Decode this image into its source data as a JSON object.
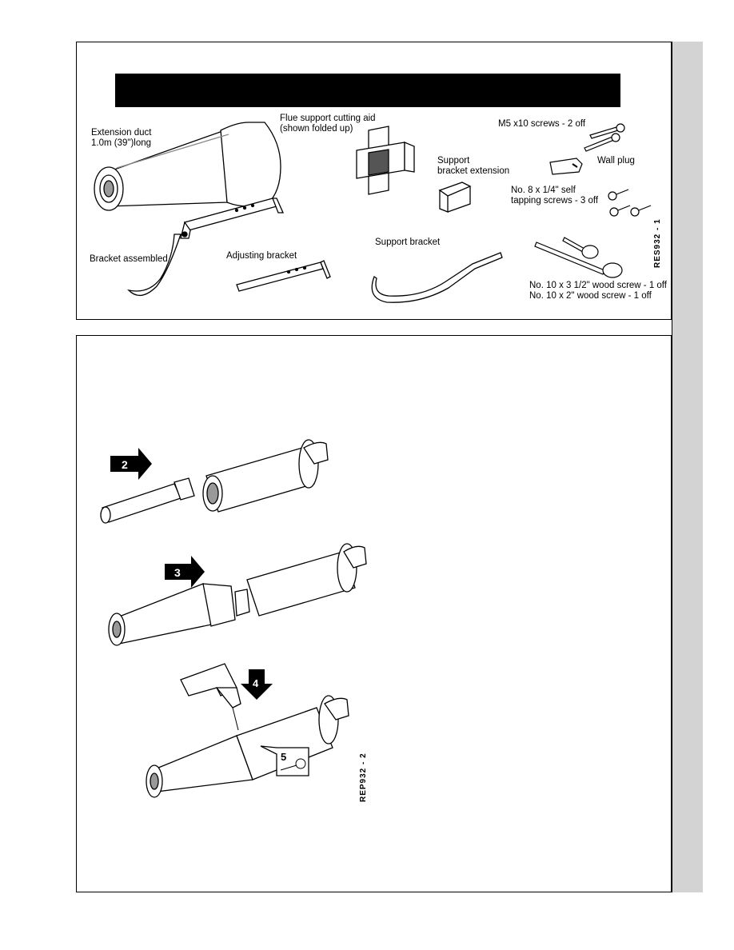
{
  "kit_contents": {
    "extension_duct": "Extension duct\n1.0m (39\")long",
    "cutting_aid": "Flue support cutting aid\n(shown folded up)",
    "m5_screws": "M5 x10 screws - 2 off",
    "wall_plug": "Wall plug",
    "bracket_extension": "Support\nbracket extension",
    "self_tapping": "No. 8 x 1/4\" self\ntapping screws - 3 off",
    "bracket_assembled": "Bracket assembled",
    "adjusting_bracket": "Adjusting bracket",
    "support_bracket": "Support bracket",
    "wood_screws": "No. 10 x 3 1/2\" wood screw - 1 off\nNo. 10 x 2\" wood screw - 1 off",
    "figure_code": "RES932 - 1"
  },
  "assembly": {
    "step2": "2",
    "step3": "3",
    "step4": "4",
    "step5": "5",
    "figure_code": "REP932 - 2"
  }
}
